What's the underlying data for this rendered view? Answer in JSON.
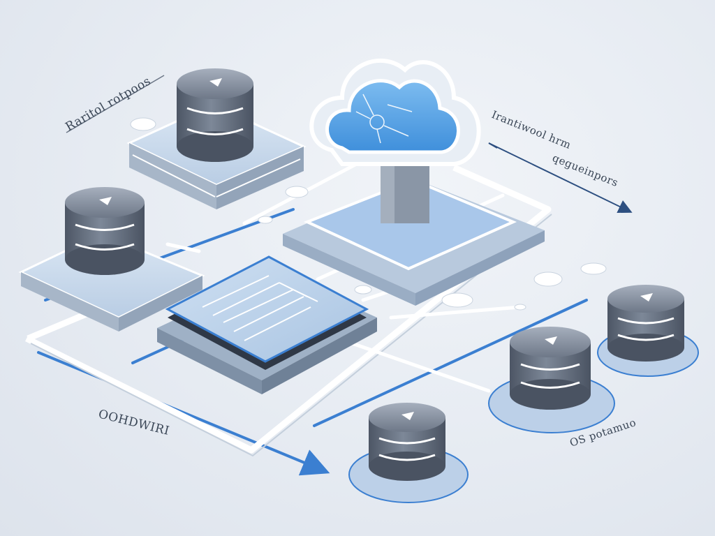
{
  "labels": {
    "top_left": "Raritol rotpoos",
    "top_right": "Irantiwool hrm",
    "top_right_sub": "qegueinpors",
    "bottom_left": "OOHDWIRI",
    "bottom_right": "OS potamuo"
  },
  "icons": {
    "cloud": "cloud-icon",
    "server": "database-server-icon",
    "processor": "central-processor-icon"
  },
  "colors": {
    "accent_blue": "#3b7fd1",
    "cloud_fill": "#5aa3e6",
    "server_body": "#6f7a89",
    "platform": "#c9d8ea",
    "frame": "#ffffff"
  }
}
